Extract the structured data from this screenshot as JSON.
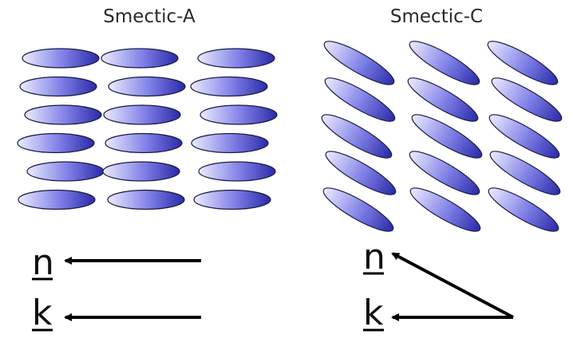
{
  "panels": [
    {
      "id": "smectic-a",
      "title": "Smectic-A",
      "molecule_tilt_deg": 0,
      "layer_count": 3,
      "molecules_per_layer": 6,
      "vectors": {
        "n_label": "n",
        "k_label": "k"
      }
    },
    {
      "id": "smectic-c",
      "title": "Smectic-C",
      "molecule_tilt_deg": 30,
      "layer_count": 3,
      "molecules_per_layer": 5,
      "vectors": {
        "n_label": "n",
        "k_label": "k"
      }
    }
  ],
  "colors": {
    "molecule_light": "#ecebff",
    "molecule_mid": "#7d7de6",
    "molecule_dark": "#2a2aa8",
    "outline": "#1a1a40",
    "arrow": "#000000",
    "text": "#2a2a2a"
  }
}
